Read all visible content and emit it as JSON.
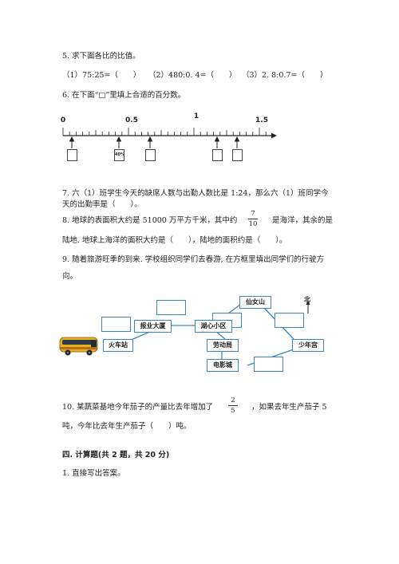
{
  "q5": {
    "title": "5. 求下面各比的比值。",
    "a": "（1）75:25=（　　）",
    "b": "（2）480:0. 4=（　　）",
    "c": "（3）2. 8:0.7=（　　）"
  },
  "q6": {
    "title": "6. 在下面“□”里填上合适的百分数。",
    "labels": [
      "0",
      "0.5",
      "1",
      "1.5"
    ],
    "hint": "40%"
  },
  "q7": {
    "line1": "7. 六（1）班学生今天的缺席人数与出勤人数比是 1:24，那么六（1）班同学今",
    "line2": "天的出勤率是（　　）。"
  },
  "q8": {
    "line1a": "8. 地球的表面积大约是 51000 万平方千米，其中约",
    "frac_num": "7",
    "frac_den": "10",
    "line1b": "是海洋，其余的是",
    "line2": "陆地. 地球上海洋的面积大约是（　　），陆地的面积约是（　　）。"
  },
  "q9": {
    "line1": "9. 随着旅游旺季的到来. 学校组织同学们去春游, 在方框里填出同学们的行驶方",
    "line2": "向。",
    "places": {
      "xiannv": "仙女山",
      "baoye": "报业大厦",
      "huxin": "湖心小区",
      "huoche": "火车站",
      "laodong": "劳动局",
      "shaonian": "少年宫",
      "dianying": "电影城"
    },
    "north": "北"
  },
  "q10": {
    "line1a": "10. 某蔬菜基地今年茄子的产量比去年增加了",
    "frac_num": "2",
    "frac_den": "5",
    "line1b": "，如果去年生产茄子 5",
    "line2": "吨，今年比去年生产茄子（　　）吨。"
  },
  "section4": {
    "title": "四. 计算题(共 2 题，共 20 分)",
    "q1": "1. 直接写出答案。"
  },
  "colors": {
    "map_line": "#3a86c8",
    "text": "#222222"
  }
}
